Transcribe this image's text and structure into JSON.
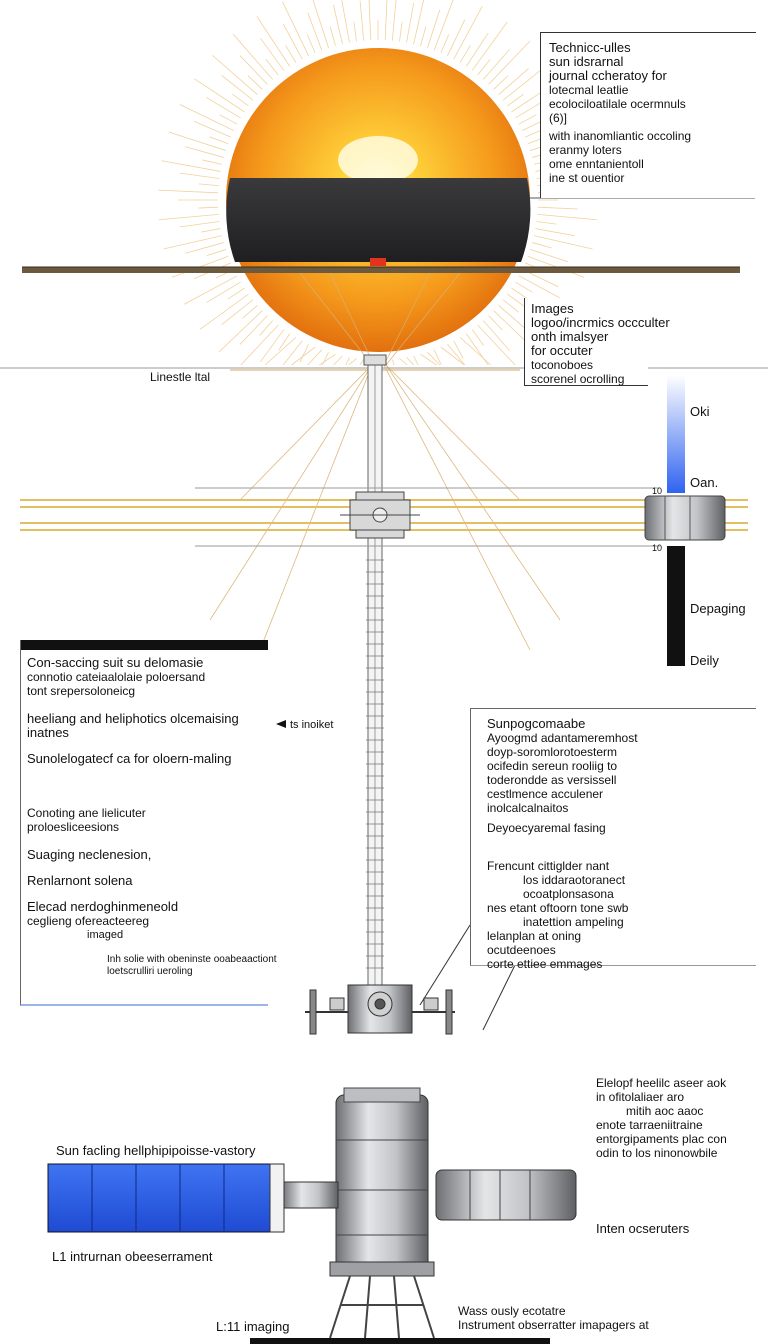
{
  "top_right_box": {
    "lines": [
      "Technicc-ulles",
      "sun idsrarnal",
      "journal ccheratoy for",
      "lotecmal leatlie",
      "ecolociloatilale ocermnuls",
      "(6)]",
      "with inanomliantic occoling",
      "eranmy loters",
      "ome enntanientoll",
      "ine st ouentior"
    ]
  },
  "images_box": {
    "lines": [
      "Images",
      "logoo/incrmics occculter",
      "onth imalsyer",
      "for occuter",
      "toconoboes",
      "scorenel ocrolling"
    ]
  },
  "lime_label": "Linestle ltal",
  "scale_bar": {
    "labels": [
      "Oki",
      "Oan.",
      "Depaging",
      "Deily"
    ],
    "colors": [
      "#2f63f0",
      "#111111"
    ]
  },
  "tick_marks": [
    "10",
    "10"
  ],
  "left_box": {
    "lines_top": [
      "Con-saccing suit su delomasie",
      "connotio cateiaalolaie poloersand",
      "tont srepersoloneicg"
    ],
    "para2": [
      "heeliang and heliphotics olcemaising",
      "inatnes"
    ],
    "para3": "Sunolelogatecf ca for oloern-maling",
    "lines_mid": [
      "Conoting ane lielicuter",
      "proloesliceesions"
    ],
    "line_a": "Suaging neclenesion,",
    "line_b": "Renlarnont solena",
    "lines_c": [
      "Elecad nerdoghinmeneold",
      "ceglieng ofereacteereg"
    ],
    "imaged": "imaged",
    "foot": [
      "Inh solie with obeninste ooabeaactiont",
      "loetscrulliri ueroling"
    ]
  },
  "arrow_label": "ts inoiket",
  "middle_right_box": {
    "title": "Sunpogcomaabe",
    "lines": [
      "Ayoogmd adantameremhost",
      "doyp-soromlorotoesterm",
      "ocifedin sereun rooliig to",
      "toderondde as versissell",
      "cestlmence acculener",
      "inolcalcalnaitos"
    ],
    "line2": "Deyoecyaremal fasing",
    "para_title": "Frencunt cittiglder nant",
    "para_lines": [
      "los iddaraotoranect",
      "ocoatplonsasona",
      "nes etant oftoorn tone swb",
      "inatettion ampeling",
      "lelanplan at oning",
      "ocutdeenoes",
      "corte ettiee emmages"
    ]
  },
  "bottom_right_text": [
    "Elelopf heelilc aseer aok",
    "in ofitolaliaer aro",
    "mitih aoc aaoc",
    "enote tarraeniitraine",
    "entorgipaments plac con",
    "odin to los ninonowbile"
  ],
  "solar_label": "Sun facling hellphipipoisse-vastory",
  "l1_label": "L1 intrurnan obeeserrament",
  "bottom_left_label": "L:11 imaging",
  "inner_label": "Inten ocseruters",
  "bottom_center": [
    "Wass ously ecotatre",
    "Instrument obserratter imapagers at"
  ],
  "colors": {
    "sun_core": "#ffd23a",
    "sun_edge": "#ec7a12",
    "disk": "#2f2f31",
    "panel_blue": "#2e5ee6",
    "beam": "#e8c870"
  }
}
